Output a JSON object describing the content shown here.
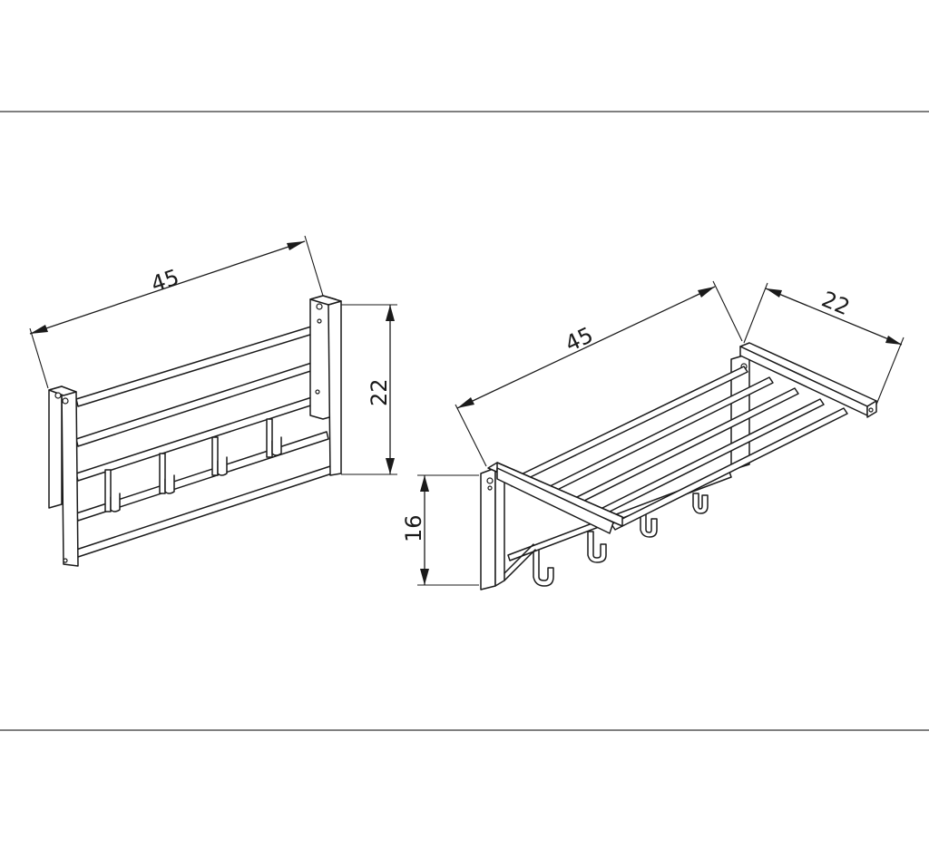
{
  "colors": {
    "line": "#1a1a1a",
    "background": "#ffffff"
  },
  "front_view": {
    "dimensions": {
      "width_label": "45",
      "height_label": "22"
    }
  },
  "perspective_view": {
    "dimensions": {
      "width_label": "45",
      "depth_label": "22",
      "height_label": "16"
    }
  }
}
